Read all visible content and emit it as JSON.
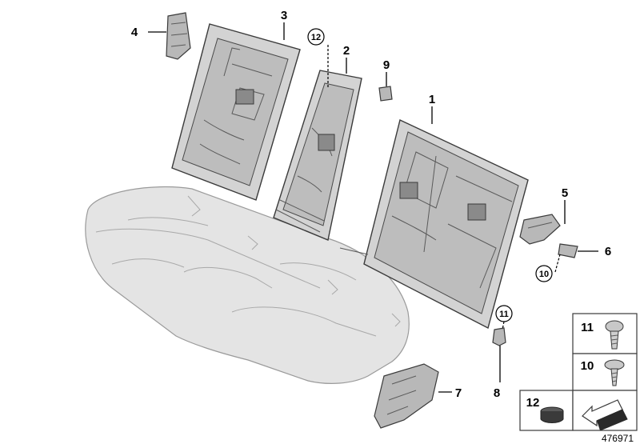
{
  "callouts": {
    "c1": "1",
    "c2": "2",
    "c3": "3",
    "c4": "4",
    "c5": "5",
    "c6": "6",
    "c7": "7",
    "c8": "8",
    "c9": "9",
    "c10": "10",
    "c11": "11",
    "c12": "12"
  },
  "legend": {
    "item11": "11",
    "item10": "10",
    "item12": "12"
  },
  "diagram_number": "476971"
}
